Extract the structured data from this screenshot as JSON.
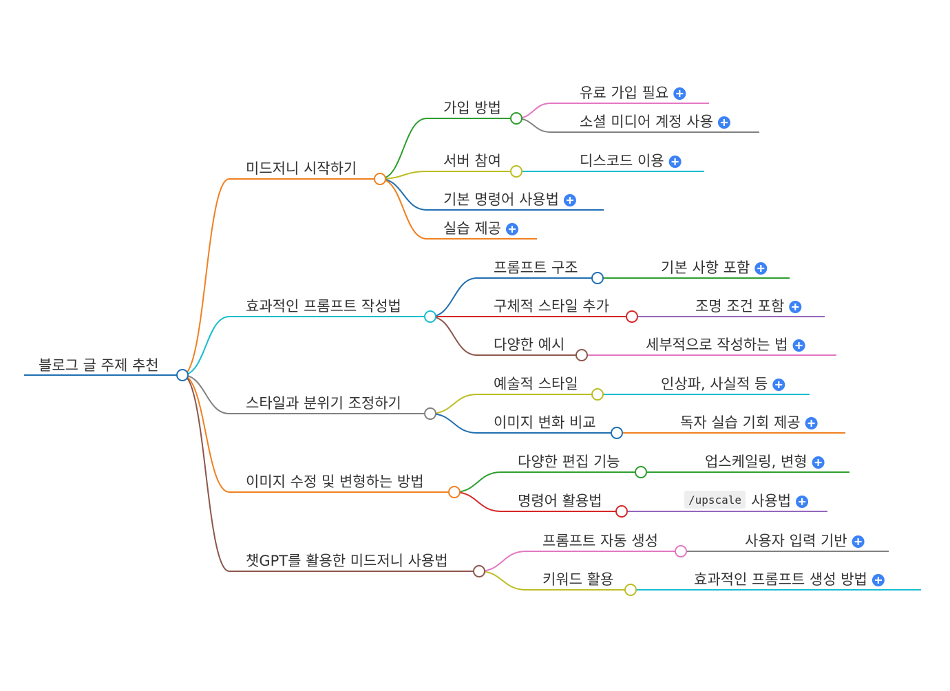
{
  "root": {
    "label": "블로그 글 주제 추천",
    "color": "#1f6fb2"
  },
  "branches": [
    {
      "id": "b1",
      "label": "미드저니 시작하기",
      "color": "#f0801f",
      "children": [
        {
          "label": "가입 방법",
          "color": "#2e9e2e",
          "children": [
            {
              "label": "유료 가입 필요",
              "color": "#e377c2",
              "expand": true
            },
            {
              "label": "소셜 미디어 계정 사용",
              "color": "#808080",
              "expand": true
            }
          ]
        },
        {
          "label": "서버 참여",
          "color": "#bcbd22",
          "children": [
            {
              "label": "디스코드 이용",
              "color": "#17becf",
              "expand": true
            }
          ]
        },
        {
          "label": "기본 명령어 사용법",
          "color": "#1f6fb2",
          "expand": true
        },
        {
          "label": "실습 제공",
          "color": "#f0801f",
          "expand": true
        }
      ]
    },
    {
      "id": "b2",
      "label": "효과적인 프롬프트 작성법",
      "color": "#17becf",
      "children": [
        {
          "label": "프롬프트 구조",
          "color": "#1f6fb2",
          "children": [
            {
              "label": "기본 사항 포함",
              "color": "#2e9e2e",
              "expand": true
            }
          ]
        },
        {
          "label": "구체적 스타일 추가",
          "color": "#d62728",
          "children": [
            {
              "label": "조명 조건 포함",
              "color": "#9467bd",
              "expand": true
            }
          ]
        },
        {
          "label": "다양한 예시",
          "color": "#8c564b",
          "children": [
            {
              "label": "세부적으로 작성하는 법",
              "color": "#e377c2",
              "expand": true
            }
          ]
        }
      ]
    },
    {
      "id": "b3",
      "label": "스타일과 분위기 조정하기",
      "color": "#808080",
      "children": [
        {
          "label": "예술적 스타일",
          "color": "#bcbd22",
          "children": [
            {
              "label": "인상파, 사실적 등",
              "color": "#17becf",
              "expand": true
            }
          ]
        },
        {
          "label": "이미지 변화 비교",
          "color": "#1f6fb2",
          "children": [
            {
              "label": "독자 실습 기회 제공",
              "color": "#f0801f",
              "expand": true
            }
          ]
        }
      ]
    },
    {
      "id": "b4",
      "label": "이미지 수정 및 변형하는 방법",
      "color": "#f0801f",
      "children": [
        {
          "label": "다양한 편집 기능",
          "color": "#2e9e2e",
          "children": [
            {
              "label": "업스케일링, 변형",
              "color": "#2e9e2e",
              "expand": true
            }
          ]
        },
        {
          "label": "명령어 활용법",
          "color": "#d62728",
          "children": [
            {
              "code": "/upscale",
              "label": "사용법",
              "color": "#9467bd",
              "expand": true
            }
          ]
        }
      ]
    },
    {
      "id": "b5",
      "label": "챗GPT를 활용한 미드저니 사용법",
      "color": "#8c564b",
      "children": [
        {
          "label": "프롬프트 자동 생성",
          "color": "#e377c2",
          "children": [
            {
              "label": "사용자 입력 기반",
              "color": "#808080",
              "expand": true
            }
          ]
        },
        {
          "label": "키워드 활용",
          "color": "#bcbd22",
          "children": [
            {
              "label": "효과적인 프롬프트 생성 방법",
              "color": "#17becf",
              "expand": true
            }
          ]
        }
      ]
    }
  ],
  "icons": {
    "expand": "plus-circle-icon",
    "expand_color": "#3b82f6",
    "node_marker": "circle-node-icon"
  }
}
